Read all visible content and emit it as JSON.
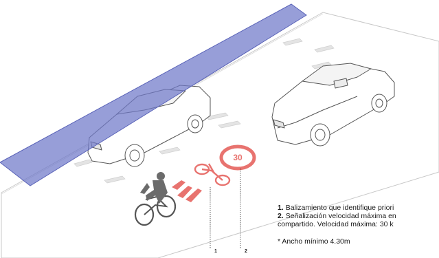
{
  "legend": {
    "item1_num": "1.",
    "item1_text": "Balizamiento que identifique priori",
    "item2_num": "2.",
    "item2_text": "Señalización velocidad máxima en",
    "item2_cont": "compartido. Velocidad máxima: 30 k",
    "footnote": "* Ancho mínimo 4.30m"
  },
  "callouts": [
    "1",
    "2"
  ],
  "signs": {
    "speed_limit": "30"
  },
  "colors": {
    "bike_lane": "#7f86cf",
    "road_marking": "#e8736f",
    "cyclist": "#6b6b6b",
    "car_line": "#555555"
  }
}
